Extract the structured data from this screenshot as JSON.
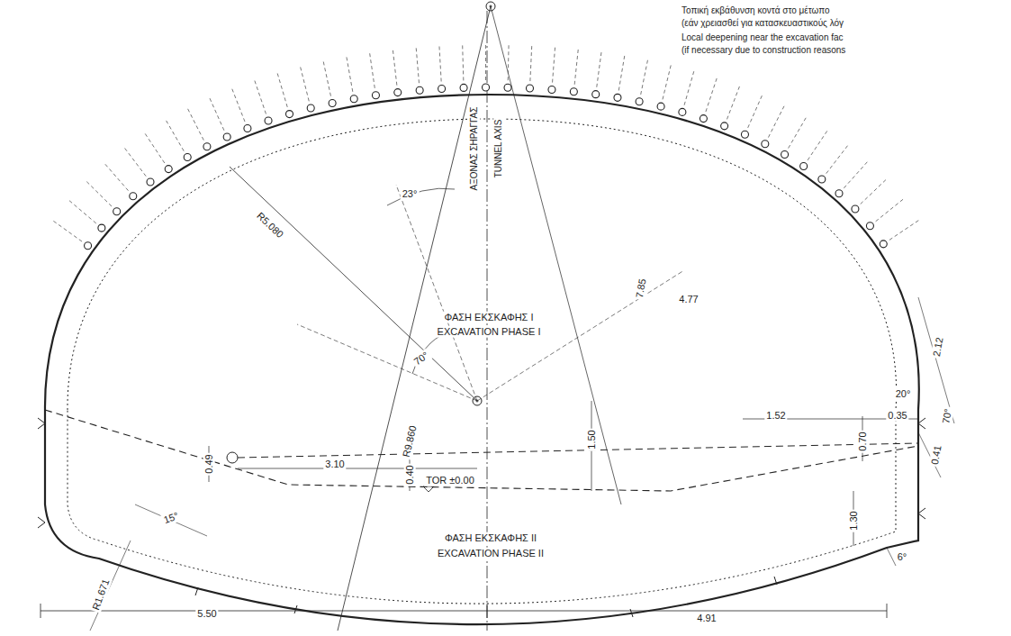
{
  "diagram": {
    "labels": [
      "Τοπική εκβάθυνση κοντά στο μέτωπο",
      "(εάν χρειασθεί για κατασκευαστικούς λόγ",
      "Local deepening near the excavation fac",
      "(if necessary due to construction reasons",
      "R5.080",
      "23°",
      "ΑΞΟΝΑΣ ΣΗΡΑΓΓΑΣ",
      "TUNNEL AXIS",
      "7.85",
      "4.77",
      "ΦΑΣΗ ΕΚΣΚΑΦΗΣ I",
      "EXCAVATION PHASE I",
      "70°",
      "R9.860",
      "2.12",
      "20°",
      "70°",
      "1.52",
      "0.35",
      "3.10",
      "1.50",
      "0.70",
      "0.41",
      "0.49",
      "0.40",
      "TOR ±0.00",
      "1.30",
      "15°",
      "R1.671",
      "ΦΑΣΗ ΕΚΣΚΑΦΗΣ II",
      "EXCAVATION PHASE II",
      "6°",
      "5.50",
      "4.91"
    ]
  }
}
